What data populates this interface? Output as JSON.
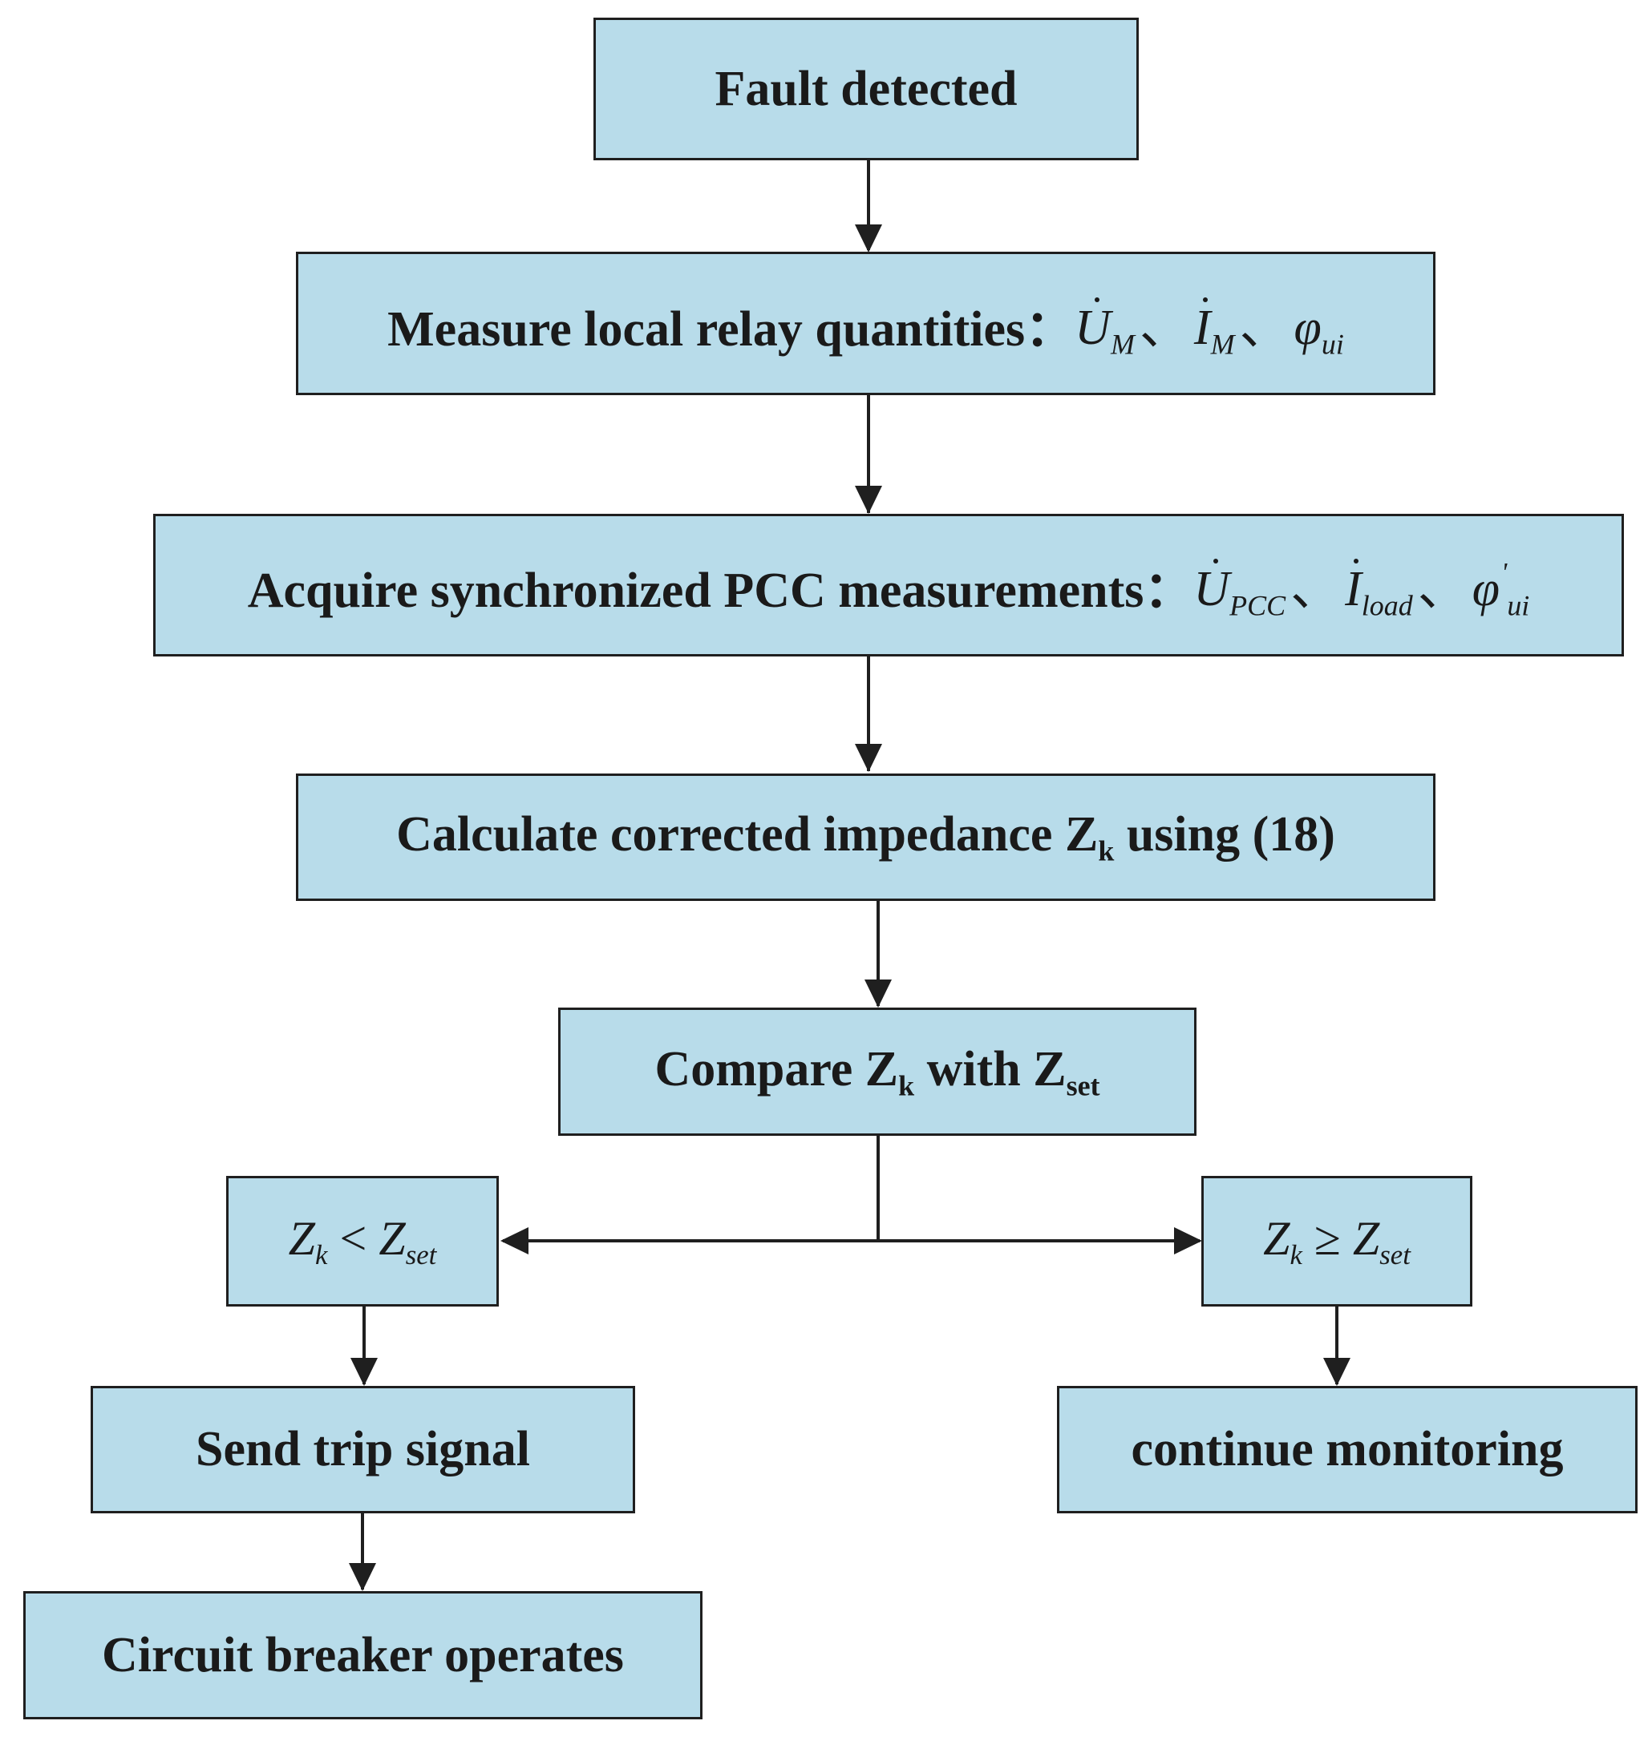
{
  "flowchart": {
    "fault_detected": "Fault detected",
    "measure_local": {
      "text": "Measure local relay quantities：",
      "var1": "U",
      "var1_sub": "M",
      "sep1": "、",
      "var2": "I",
      "var2_sub": "M",
      "sep2": "、",
      "var3": "φ",
      "var3_sub": "ui"
    },
    "acquire_pcc": {
      "text": "Acquire synchronized PCC measurements：",
      "var1": "U",
      "var1_sub": "PCC",
      "sep1": "、",
      "var2": "I",
      "var2_sub": "load",
      "sep2": "、",
      "var3": "φ",
      "var3_prime": "'",
      "var3_sub": "ui"
    },
    "calculate": {
      "prefix": "Calculate corrected impedance Z",
      "sub": "k",
      "suffix": " using (18)"
    },
    "compare": {
      "prefix": "Compare Z",
      "sub1": "k",
      "middle": " with Z",
      "sub2": "set"
    },
    "cond_less": {
      "lhs": "Z",
      "lhs_sub": "k",
      "op": " < ",
      "rhs": "Z",
      "rhs_sub": "set"
    },
    "cond_geq": {
      "lhs": "Z",
      "lhs_sub": "k",
      "op": " ≥ ",
      "rhs": "Z",
      "rhs_sub": "set"
    },
    "send_trip": "Send trip signal",
    "continue_monitoring": "continue monitoring",
    "breaker_operates": "Circuit breaker operates"
  },
  "colors": {
    "box_fill": "#b8dcea",
    "stroke": "#1f1f1f"
  }
}
